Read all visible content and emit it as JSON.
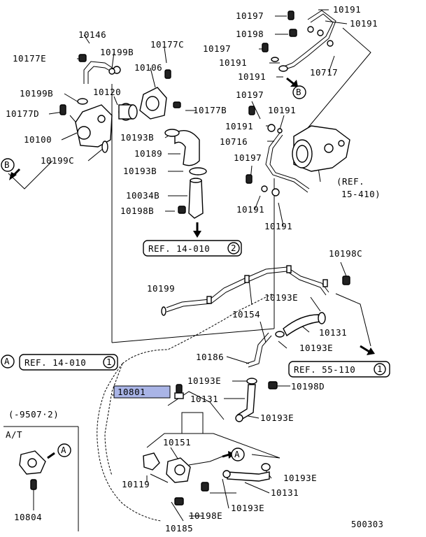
{
  "labels": {
    "l10197a": "10197",
    "l10191a": "10191",
    "l10191b": "10191",
    "l10198a": "10198",
    "l10197b": "10197",
    "l10191c": "10191",
    "l10717": "10717",
    "l10191d": "10191",
    "l10146": "10146",
    "l10177E": "10177E",
    "l10199B": "10199B",
    "l10177C": "10177C",
    "l10106": "10106",
    "l10120": "10120",
    "l10199Ba": "10199B",
    "l10177D": "10177D",
    "l10177B": "10177B",
    "l10100": "10100",
    "l10193B": "10193B",
    "l10199C": "10199C",
    "l10189": "10189",
    "l10193Ba": "10193B",
    "l10034B": "10034B",
    "l10198B": "10198B",
    "l10197c": "10197",
    "l10191e": "10191",
    "l10191f": "10191",
    "l10716": "10716",
    "l10197d": "10197",
    "l10191g": "10191",
    "l10191h": "10191",
    "ref15": "(REF.",
    "ref15b": "15-410)",
    "l10199": "10199",
    "l10198C": "10198C",
    "l10193E": "10193E",
    "l10154": "10154",
    "l10131": "10131",
    "l10193Ea": "10193E",
    "l10186": "10186",
    "l10193Eb": "10193E",
    "l10198D": "10198D",
    "l10131b": "10131",
    "l10193Ec": "10193E",
    "l10151": "10151",
    "l10119": "10119",
    "l10193Ed": "10193E",
    "l10131c": "10131",
    "l10198E": "10198E",
    "l10193Ee": "10193E",
    "l10185": "10185",
    "l10804": "10804",
    "date": "(-9507·2)",
    "at": "A/T",
    "code": "500303"
  },
  "highlight": {
    "part": "10801",
    "color": "#a9b4e6"
  },
  "refs": {
    "ref14_2": {
      "text": "REF. 14-010",
      "num": "2"
    },
    "ref14_1": {
      "text": "REF. 14-010",
      "num": "1"
    },
    "ref55": {
      "text": "REF. 55-110",
      "num": "1"
    }
  },
  "callouts": {
    "A": "A",
    "B": "B"
  }
}
